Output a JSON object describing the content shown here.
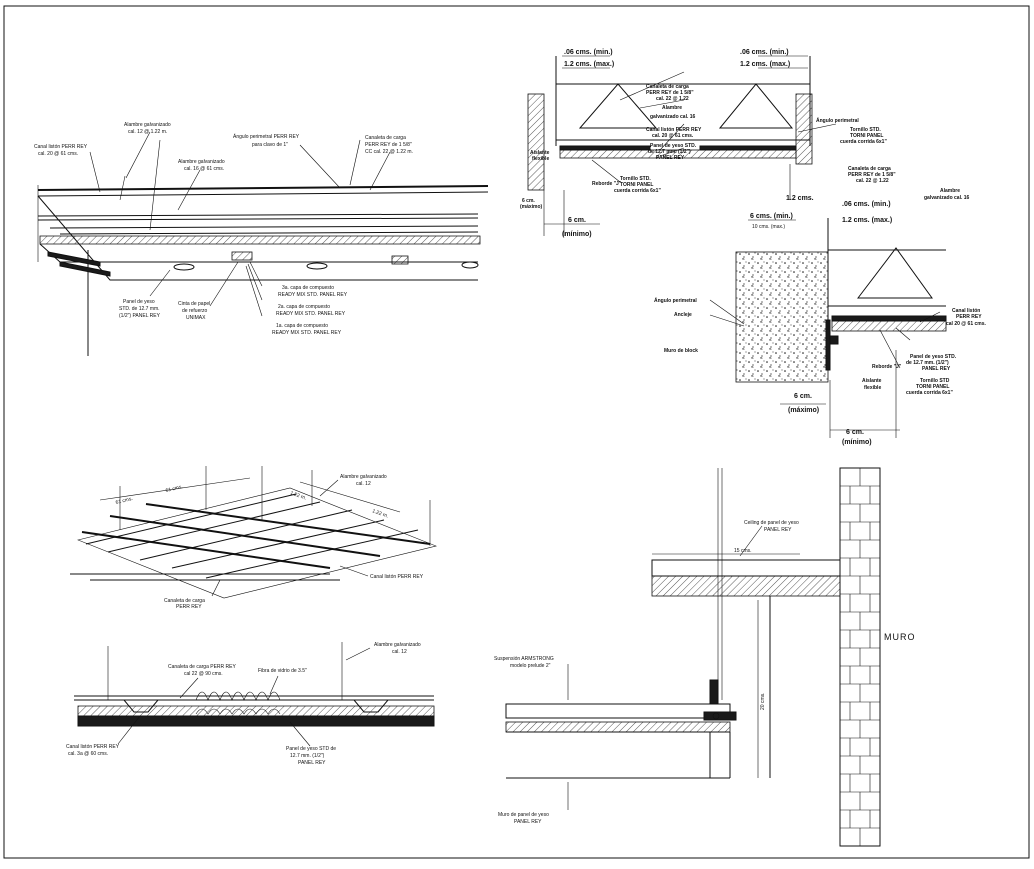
{
  "detail_top_left": {
    "labels": [
      "Canal listón PERR REY",
      "cal. 20 @ 61 cms.",
      "Alambre galvanizado",
      "cal. 12 @ 1.22 m.",
      "Alambre galvanizado",
      "cal. 16 @ 61 cms.",
      "Ángulo perimetral PERR REY",
      "para clavo de 1\"",
      "Canaleta de carga",
      "PERR REY de 1 5/8\"",
      "CC cal. 22 @ 1.22 m.",
      "Panel de yeso",
      "STD. de 12.7 mm.",
      "(1/2\") PANEL REY",
      "Cinta de papel",
      "de refuerzo",
      "UNIMAX",
      "3a. capa de compuesto",
      "READY MIX STD. PANEL REY",
      "2a. capa de compuesto",
      "READY MIX STD. PANEL REY",
      "1a. capa de compuesto",
      "READY MIX STD. PANEL REY"
    ]
  },
  "detail_top_right": {
    "labels": [
      ".06 cms. (min.)",
      "1.2 cms. (max.)",
      ".06 cms. (min.)",
      "1.2 cms. (max.)",
      "Canaleta de carga",
      "PERR REY de 1 5/8\"",
      "cal. 22 @ 1.22",
      "Alambre",
      "galvanizado cal. 16",
      "Canal listón PERR REY",
      "cal. 20 @ 61 cms.",
      "Panel de yeso STD.",
      "de 12.7 mm. (1/2\")",
      "PANEL REY",
      "Ángulo perimetral",
      "Tornillo STD.",
      "TORNI PANEL",
      "cuerda corrida 6x1\"",
      "Aislante",
      "flexible",
      "Reborde \"J\"",
      "Tornillo STD.",
      "TORNI PANEL",
      "cuerda corrida 6x1\"",
      "6 cm.",
      "(máximo)",
      "6 cm.",
      "(mínimo)",
      "6 cms. (min.)",
      "10 cms. (max.)",
      "1.2 cms."
    ]
  },
  "detail_mid_right": {
    "labels": [
      "Canaleta de carga",
      "PERR REY de 1 5/8\"",
      "cal. 22 @ 1.22",
      "Alambre",
      "galvanizado cal. 16",
      ".06 cms. (min.)",
      "1.2 cms. (max.)",
      "Ángulo perimetral",
      "Ancleje",
      "Canal listón",
      "PERR REY",
      "cal 20 @ 61 cms.",
      "Muro de block",
      "Reborde \"J\"",
      "Panel de yeso STD.",
      "de 12.7 mm. (1/2\")",
      "PANEL REY",
      "Tornillo STD",
      "TORNI PANEL",
      "cuerda corrida 6x1\"",
      "Aislante",
      "flexible",
      "6 cm.",
      "(máximo)",
      "6 cm.",
      "(mínimo)"
    ]
  },
  "detail_iso": {
    "labels": [
      "61 cms.",
      "61 cms.",
      "1.22 m.",
      "1.22 m.",
      "Alambre galvanizado",
      "cal. 12",
      "Canal listón PERR REY",
      "Canaleta de carga",
      "PERR REY"
    ]
  },
  "detail_bottom_left": {
    "labels": [
      "Alambre galvanizado",
      "cal. 12",
      "Canaleta de carga PERR REY",
      "cal 22 @ 90 cms.",
      "Fibra de vidrio de 3.5\"",
      "Canal listón PERR REY",
      "cal. 3a @ 60 cms.",
      "Panel de yeso STD de",
      "12.7 mm. (1/2\")",
      "PANEL REY"
    ]
  },
  "detail_bottom_right": {
    "labels": [
      "Ceiling de panel de yeso",
      "PANEL REY",
      "15 cms.",
      "Suspensión ARMSTRONG",
      "modelo prelude 2\"",
      "20 cms.",
      "MURO",
      "Muro de panel de yeso",
      "PANEL REY"
    ]
  },
  "colors": {
    "ink": "#111111",
    "paper": "#ffffff",
    "fill": "#1a1a1a"
  }
}
